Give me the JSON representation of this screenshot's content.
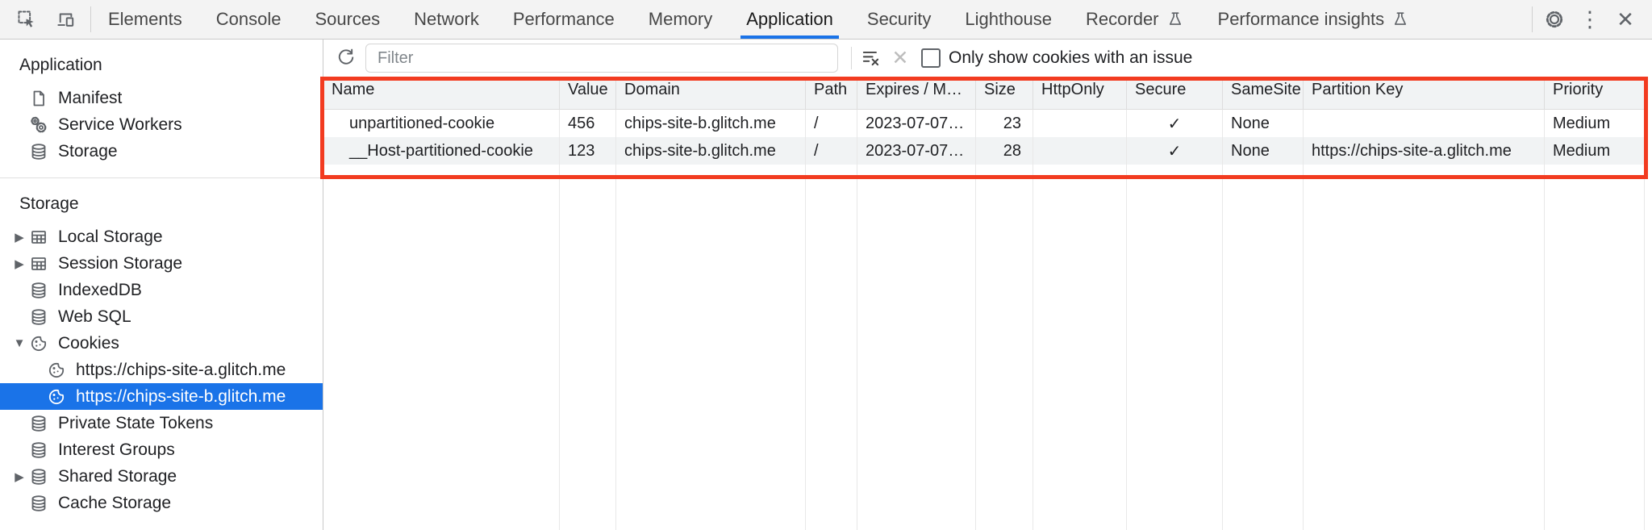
{
  "colors": {
    "accent_blue": "#1a73e8",
    "highlight_red": "#f23b20",
    "toolbar_bg": "#f3f3f3",
    "row_stripe": "#f1f3f4",
    "icon_gray": "#5f6368"
  },
  "toolbar": {
    "tabs": [
      {
        "label": "Elements"
      },
      {
        "label": "Console"
      },
      {
        "label": "Sources"
      },
      {
        "label": "Network"
      },
      {
        "label": "Performance"
      },
      {
        "label": "Memory"
      },
      {
        "label": "Application",
        "active": true
      },
      {
        "label": "Security"
      },
      {
        "label": "Lighthouse"
      },
      {
        "label": "Recorder",
        "experiment": true
      },
      {
        "label": "Performance insights",
        "experiment": true
      }
    ],
    "menu_glyph": "⋮",
    "close_glyph": "✕"
  },
  "filter_bar": {
    "filter_placeholder": "Filter",
    "filter_value": "",
    "clear_glyph": "✕",
    "issue_checkbox_label": "Only show cookies with an issue",
    "issue_checkbox_checked": false
  },
  "sidebar": {
    "sections": [
      {
        "title": "Application",
        "items": [
          {
            "label": "Manifest",
            "icon": "document-icon"
          },
          {
            "label": "Service Workers",
            "icon": "gears-icon"
          },
          {
            "label": "Storage",
            "icon": "database-icon"
          }
        ]
      },
      {
        "title": "Storage",
        "items": [
          {
            "label": "Local Storage",
            "icon": "table-icon",
            "disclosure": "collapsed"
          },
          {
            "label": "Session Storage",
            "icon": "table-icon",
            "disclosure": "collapsed"
          },
          {
            "label": "IndexedDB",
            "icon": "database-icon"
          },
          {
            "label": "Web SQL",
            "icon": "database-icon"
          },
          {
            "label": "Cookies",
            "icon": "cookie-icon",
            "disclosure": "expanded"
          },
          {
            "label": "https://chips-site-a.glitch.me",
            "icon": "cookie-icon",
            "child": true
          },
          {
            "label": "https://chips-site-b.glitch.me",
            "icon": "cookie-icon",
            "child": true,
            "selected": true
          },
          {
            "label": "Private State Tokens",
            "icon": "database-icon"
          },
          {
            "label": "Interest Groups",
            "icon": "database-icon"
          },
          {
            "label": "Shared Storage",
            "icon": "database-icon",
            "disclosure": "collapsed"
          },
          {
            "label": "Cache Storage",
            "icon": "database-icon"
          }
        ]
      }
    ],
    "disclosure_collapsed_glyph": "▶",
    "disclosure_expanded_glyph": "▼"
  },
  "cookie_table": {
    "columns": [
      "Name",
      "Value",
      "Domain",
      "Path",
      "Expires / M…",
      "Size",
      "HttpOnly",
      "Secure",
      "SameSite",
      "Partition Key",
      "Priority"
    ],
    "rows": [
      {
        "cells": [
          "unpartitioned-cookie",
          "456",
          "chips-site-b.glitch.me",
          "/",
          "2023-07-07…",
          "23",
          "",
          "✓",
          "None",
          "",
          "Medium"
        ]
      },
      {
        "cells": [
          "__Host-partitioned-cookie",
          "123",
          "chips-site-b.glitch.me",
          "/",
          "2023-07-07…",
          "28",
          "",
          "✓",
          "None",
          "https://chips-site-a.glitch.me",
          "Medium"
        ]
      }
    ]
  }
}
